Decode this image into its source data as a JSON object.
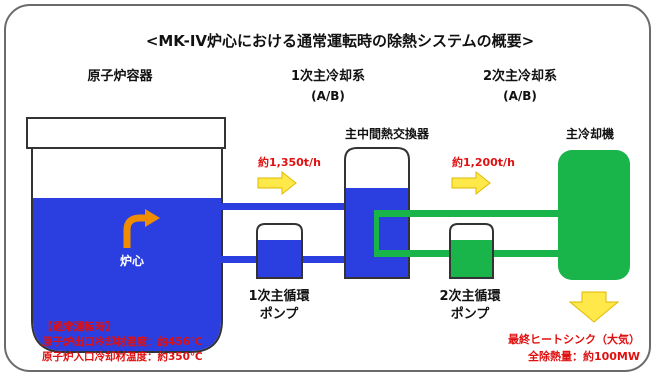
{
  "title": "<MK-IV炉心における通常運転時の除熱システムの概要>",
  "vessel": {
    "label": "原子炉容器",
    "core_label": "炉心"
  },
  "primary": {
    "label": "1次主冷却系",
    "sub": "(A/B)",
    "flow": "約1,350t/h"
  },
  "ihx": {
    "label": "主中間熱交換器"
  },
  "secondary": {
    "label": "2次主冷却系",
    "sub": "(A/B)",
    "flow": "約1,200t/h"
  },
  "cooler": {
    "label": "主冷却機"
  },
  "primary_pump": {
    "line1": "1次主循環",
    "line2": "ポンプ"
  },
  "secondary_pump": {
    "line1": "2次主循環",
    "line2": "ポンプ"
  },
  "operation_note": {
    "heading": "【通常運転時】",
    "outlet": "原子炉出口冷却材温度：約456℃",
    "inlet": "原子炉入口冷却材温度：約350℃"
  },
  "heat_sink": {
    "line1": "最終ヒートシンク（大気）",
    "line2": "全除熱量：約100MW"
  },
  "colors": {
    "primary_blue": "#2b3fe0",
    "secondary_green": "#1ab54a",
    "arrow_yellow": "#ffe94a",
    "arrow_orange": "#f08c00",
    "note_red": "#e01010"
  }
}
